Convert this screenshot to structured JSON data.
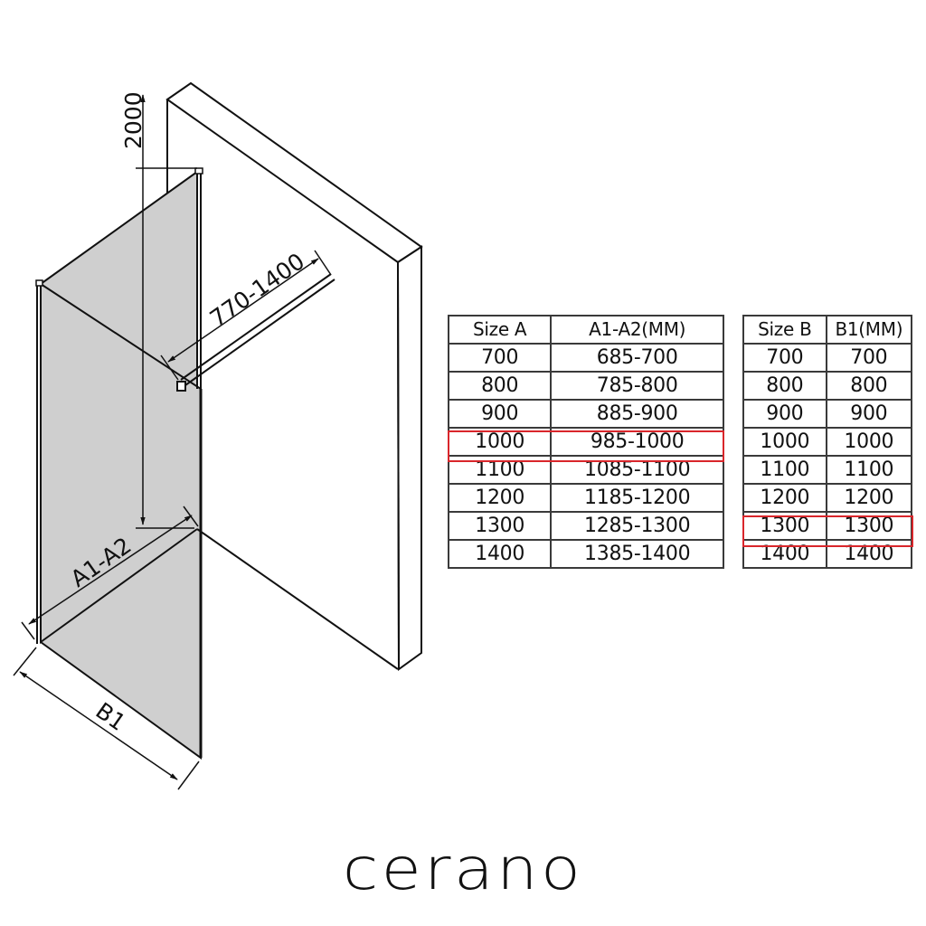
{
  "drawing": {
    "dimensions": {
      "height": "2000",
      "support_arm": "770-1400",
      "panel_width": "A1-A2",
      "return_width": "B1"
    },
    "colors": {
      "glass": "#cfcfcf",
      "line": "#111111",
      "highlight": "#d9262b"
    }
  },
  "table_a": {
    "headers": [
      "Size  A",
      "A1-A2(MM)"
    ],
    "rows": [
      [
        "700",
        "685-700"
      ],
      [
        "800",
        "785-800"
      ],
      [
        "900",
        "885-900"
      ],
      [
        "1000",
        "985-1000"
      ],
      [
        "1100",
        "1085-1100"
      ],
      [
        "1200",
        "1185-1200"
      ],
      [
        "1300",
        "1285-1300"
      ],
      [
        "1400",
        "1385-1400"
      ]
    ],
    "highlighted_row": "1000"
  },
  "table_b": {
    "headers": [
      "Size  B",
      "B1(MM)"
    ],
    "rows": [
      [
        "700",
        "700"
      ],
      [
        "800",
        "800"
      ],
      [
        "900",
        "900"
      ],
      [
        "1000",
        "1000"
      ],
      [
        "1100",
        "1100"
      ],
      [
        "1200",
        "1200"
      ],
      [
        "1300",
        "1300"
      ],
      [
        "1400",
        "1400"
      ]
    ],
    "highlighted_row": "1300"
  },
  "brand": {
    "logo_text": "cerano"
  }
}
